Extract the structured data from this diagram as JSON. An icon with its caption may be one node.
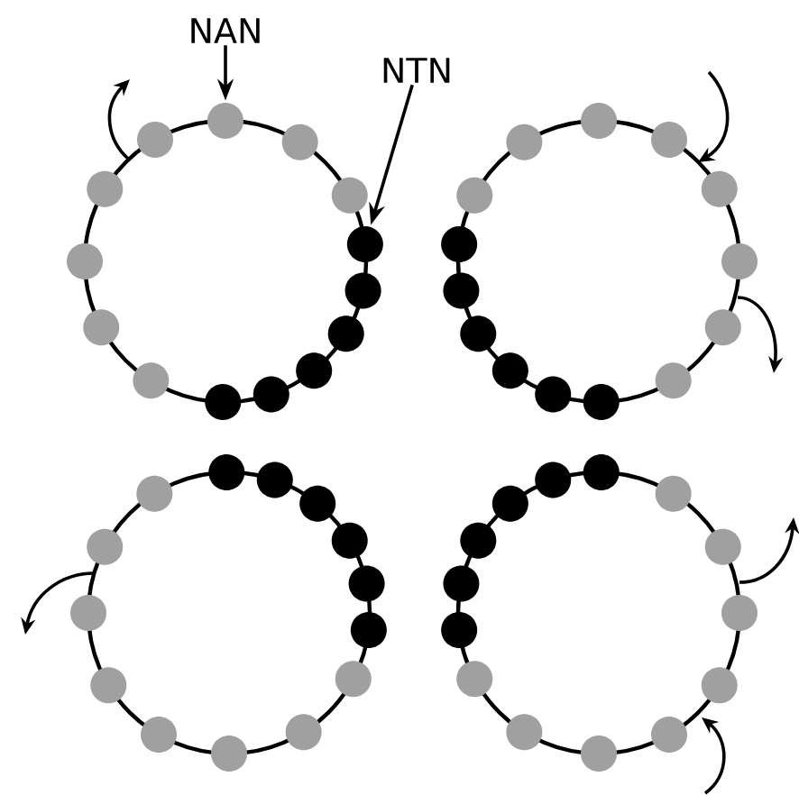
{
  "diagram": {
    "nodes": [
      {
        "text": [
          "NAN"
        ]
      },
      {
        "text": [
          "NTN"
        ]
      },
      {
        "text": [],
        "shape": "circle"
      },
      {
        "text": [],
        "shape": "circle"
      }
    ],
    "edges": [
      {
        "from": 0,
        "to": 2,
        "arrow": "to"
      },
      {
        "from": 1,
        "to": 3,
        "arrow": "to"
      }
    ]
  }
}
